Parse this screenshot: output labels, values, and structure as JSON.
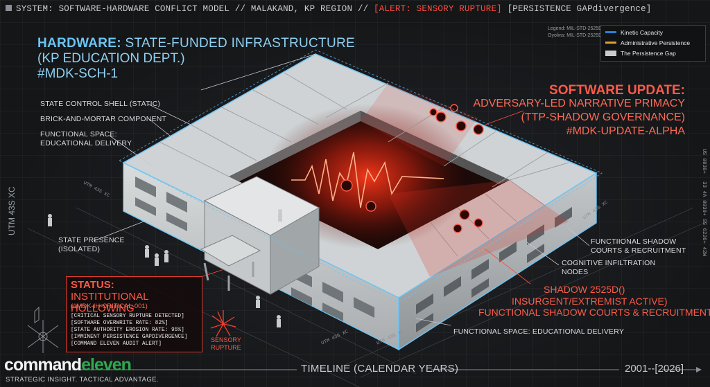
{
  "header": {
    "system": "SYSTEM: SOFTWARE-HARDWARE CONFLICT MODEL",
    "sep1": "//",
    "region": "MALAKAND, KP REGION",
    "sep2": "//",
    "alert": "[ALERT: SENSORY RUPTURE]",
    "persistence": "[PERSISTENCE GAPdivergence]"
  },
  "hardware": {
    "prefix": "HARDWARE:",
    "title": "STATE-FUNDED INFRASTRUCTURE",
    "subtitle": "(KP EDUCATION DEPT.)",
    "tag": "#MDK-SCH-1"
  },
  "left_labels": {
    "shell": "STATE CONTROL SHELL (STATIC)",
    "brick": "BRICK-AND-MORTAR COMPONENT",
    "functional_1": "FUNCTIONAL SPACE:",
    "functional_2": "EDUCATIONAL DELIVERY",
    "presence_1": "STATE PRESENCE",
    "presence_2": "(ISOLATED)"
  },
  "software": {
    "title": "SOFTWARE UPDATE:",
    "line1": "ADVERSARY-LED NARRATIVE PRIMACY",
    "line2": "(TTP-SHADOW GOVERNANCE)",
    "tag": "#MDK-UPDATE-ALPHA"
  },
  "right_labels": {
    "courts_1": "FUNCTIIONAL SHADOW",
    "courts_2": "COURTS & RECRUITMENT",
    "nodes_1": "COGNITIVE INFILTRATION",
    "nodes_2": "NODES",
    "shadow": "SHADOW 2525D()",
    "insurgent": "INSURGENT/EXTREMIST ACTIVE)",
    "functional_courts": "FUNCTIONAL SHADOW COURTS & RECRUITMENT",
    "educational": "FUNCTIONAL SPACE: EDUCATIONAL DELIVERY"
  },
  "legend": {
    "note1": "Legend: MIL-STD-2525D",
    "note2": "Oyolins: MIL-STD-2525D",
    "items": [
      {
        "label": "Kinetic Capacity",
        "color": "#2f7fd8"
      },
      {
        "label": "Administrative Persistence",
        "color": "#e0a030"
      },
      {
        "label": "The Persistence Gap",
        "color": "#c9ccce"
      }
    ]
  },
  "status": {
    "heading": "STATUS:",
    "title": "INSTITUTIONAL HOLLOWING",
    "code": "(#MDK-IH-CRITICAL-001)",
    "lines": [
      "[CRITICAL SENSORY RUPTURE DETECTED]",
      "[SOFTWARE OVERWRITE RATE: 82%]",
      "[STATE AUTHORITY EROSION RATE: 95%]",
      "[IMMINENT PERSISTENCE GAPDIVERGENCE]",
      "[COMMAND ELEVEN AUDIT ALERT]"
    ]
  },
  "sensory": {
    "line1": "SENSORY",
    "line2": "RUPTURE"
  },
  "axis": {
    "timeline": "TIMELINE (CALENDAR YEARS)",
    "years": "2001--[2026]",
    "utm_left": "UTM 43S XC",
    "utm_1": "UTM 43S XC",
    "utm_2": "UTM 43S XC",
    "utm_3": "UTM 43S XC",
    "utm_4": "UTM 43S XC"
  },
  "side_codes": [
    "US 8838+",
    "33 4A 8838+",
    "SS 6226+ 42W"
  ],
  "brand": {
    "part1": "command",
    "part2": "eleven",
    "tagline": "STRATEGIC INSIGHT. TACTICAL ADVANTAGE."
  },
  "colors": {
    "accent_red": "#ff4d40",
    "blueprint_blue": "#6cc4f5",
    "brand_green": "#2fa84f"
  }
}
